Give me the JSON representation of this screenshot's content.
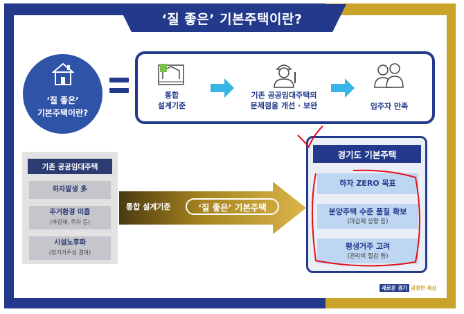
{
  "title": "‘질 좋은’ 기본주택이란?",
  "circle": {
    "line1": "‘질 좋은’",
    "line2": "기본주택이란?"
  },
  "process": {
    "steps": [
      {
        "line1": "통합",
        "line2": "설계기준"
      },
      {
        "line1": "기존 공공임대주택의",
        "line2": "문제점을 개선 · 보완"
      },
      {
        "line1": "입주자 만족",
        "line2": ""
      }
    ]
  },
  "left_panel": {
    "title": "기존 공공임대주택",
    "items": [
      {
        "label": "하자발생 多",
        "sub": ""
      },
      {
        "label": "주거환경 미흡",
        "sub": "(마감재, 주차 등)"
      },
      {
        "label": "시설노후화",
        "sub": "(장기거주성 결여)"
      }
    ]
  },
  "gold_arrow": {
    "label": "통합 설계기준",
    "pill": "‘질 좋은’ 기본주택"
  },
  "right_panel": {
    "title": "경기도 기본주택",
    "items": [
      {
        "label": "하자 ZERO 목표",
        "sub": ""
      },
      {
        "label": "분양주택 수준 품질 확보",
        "sub": "(마감재 상향 등)"
      },
      {
        "label": "평생거주 고려",
        "sub": "(관리비 절감 등)"
      }
    ]
  },
  "footer": {
    "part1": "새로운 경기",
    "part2": "공정한 세상"
  },
  "colors": {
    "navy": "#233a8c",
    "gold": "#c9a32a",
    "light_blue": "#bfd6f2",
    "arrow_blue": "#35b6e6",
    "annotation_red": "#e0101a"
  }
}
